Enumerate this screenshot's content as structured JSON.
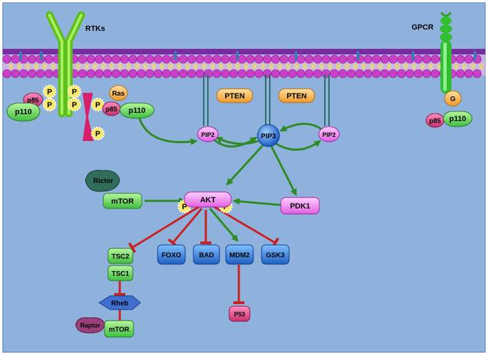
{
  "labels": {
    "rtks": "RTKs",
    "gpcr": "GPCR",
    "pten1": "PTEN",
    "pten2": "PTEN",
    "pip2_left": "PIP2",
    "pip3": "PIP3",
    "pip2_right": "PIP2",
    "ras": "Ras",
    "p85_a": "p85",
    "p110_a": "p110",
    "p85_b": "p85",
    "p110_b": "p110",
    "g": "G",
    "p85_c": "p85",
    "p110_c": "p110",
    "rictor": "Rictor",
    "mtor1": "mTOR",
    "akt": "AKT",
    "pdk1": "PDK1",
    "tsc2": "TSC2",
    "tsc1": "TSC1",
    "foxo": "FOXO",
    "bad": "BAD",
    "mdm2": "MDM2",
    "gsk3": "GSK3",
    "p53": "P53",
    "rheb": "Rheb",
    "raptor": "Raptor",
    "mtor2": "mTOR",
    "phospho": "P"
  },
  "colors": {
    "background": "#8fb2dc",
    "activation_arrow": "#2e8b22",
    "inhibition_arrow": "#cc1f1f",
    "membrane_head": "#c83fc8",
    "membrane_band": "#7a2aa0",
    "receptor_green": "#6fcf1f",
    "p85_pink": "#e0559a",
    "p110_green": "#6be06b",
    "pten_orange": "#f5b04a",
    "pip_magenta": "#e84ae8",
    "pip3_blue": "#1a6ee0",
    "akt_pink": "#f0a0f0",
    "tsc_green": "#6be08a",
    "target_blue": "#2f7fe0",
    "p53_pink": "#e0559a",
    "rheb_blue": "#3f6fd0",
    "raptor_purple": "#9a3f7a",
    "rictor_teal": "#2f6e5a",
    "phospho_yellow": "#f6e86a"
  }
}
